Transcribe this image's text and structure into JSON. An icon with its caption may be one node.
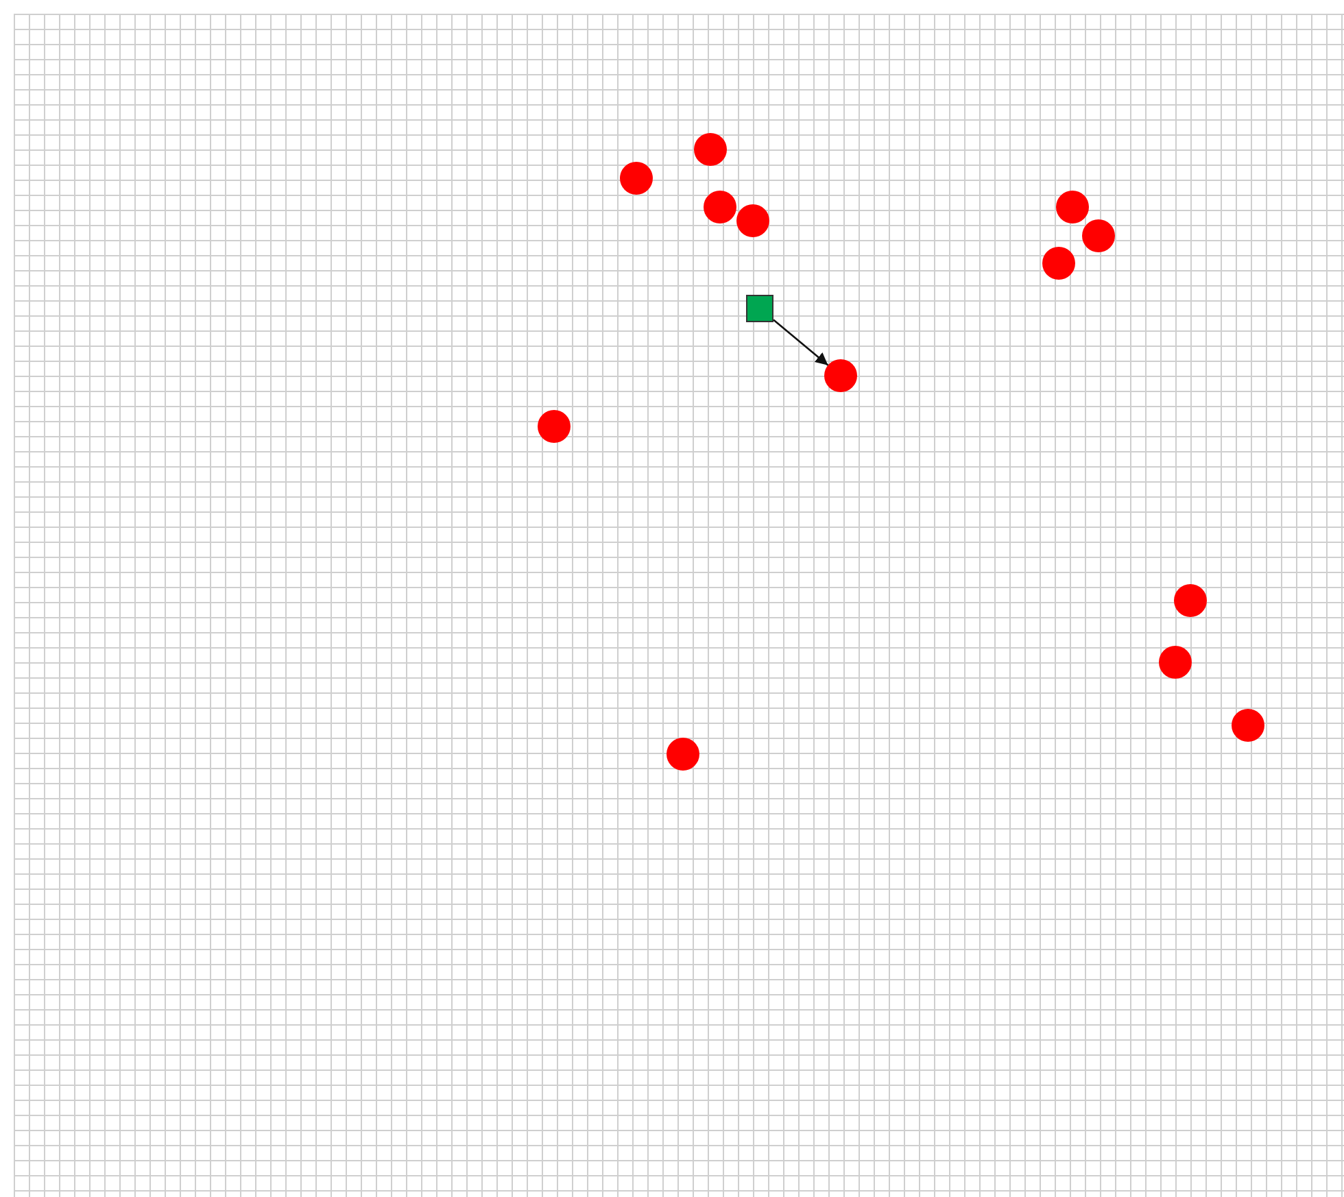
{
  "diagram": {
    "nodes": [
      {
        "text": [],
        "shape": "circle"
      },
      {
        "text": [],
        "shape": "circle"
      },
      {
        "text": [],
        "shape": "circle"
      },
      {
        "text": [],
        "shape": "circle"
      },
      {
        "text": [],
        "shape": "circle"
      },
      {
        "text": [],
        "shape": "circle"
      },
      {
        "text": [],
        "shape": "circle"
      },
      {
        "text": [],
        "shape": "box"
      },
      {
        "text": [],
        "shape": "circle"
      },
      {
        "text": [],
        "shape": "circle"
      },
      {
        "text": [],
        "shape": "circle"
      },
      {
        "text": [],
        "shape": "circle"
      },
      {
        "text": [],
        "shape": "circle"
      },
      {
        "text": [],
        "shape": "circle"
      }
    ],
    "edges": [
      {
        "from": 7,
        "to": 8,
        "arrow": "to"
      }
    ]
  }
}
